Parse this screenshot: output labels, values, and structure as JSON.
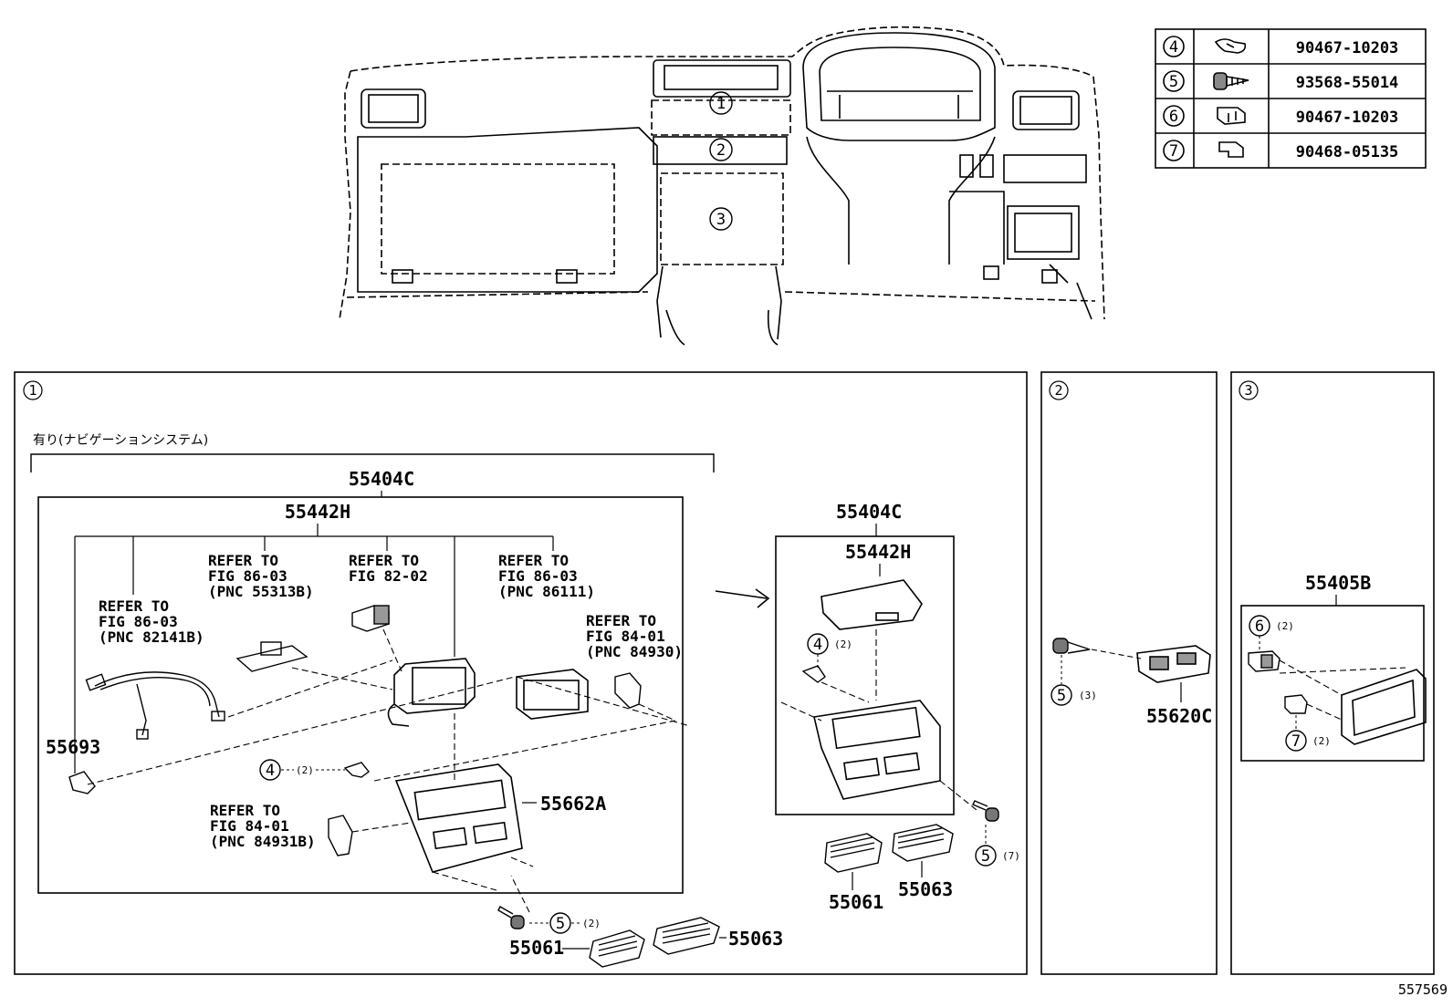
{
  "fastener_table": [
    {
      "ref": "4",
      "icon": "clip-icon",
      "part": "90467-10203"
    },
    {
      "ref": "5",
      "icon": "screw-icon",
      "part": "93568-55014"
    },
    {
      "ref": "6",
      "icon": "clip-icon",
      "part": "90467-10203"
    },
    {
      "ref": "7",
      "icon": "clip-icon",
      "part": "90468-05135"
    }
  ],
  "overview": {
    "callouts": [
      "1",
      "2",
      "3"
    ]
  },
  "section1": {
    "marker": "1",
    "option_note": "有り(ナビゲーションシステム)",
    "assy_label": "55404C",
    "sub_label": "55442H",
    "refs": [
      {
        "lines": [
          "REFER TO",
          "FIG 86-03",
          "(PNC 55313B)"
        ]
      },
      {
        "lines": [
          "REFER TO",
          "FIG 82-02"
        ]
      },
      {
        "lines": [
          "REFER TO",
          "FIG 86-03",
          "(PNC 86111)"
        ]
      },
      {
        "lines": [
          "REFER TO",
          "FIG 86-03",
          "(PNC 82141B)"
        ]
      },
      {
        "lines": [
          "REFER TO",
          "FIG 84-01",
          "(PNC 84930)"
        ]
      },
      {
        "lines": [
          "REFER TO",
          "FIG 84-01",
          "(PNC 84931B)"
        ]
      }
    ],
    "parts": {
      "p55693": "55693",
      "p55662A": "55662A",
      "p55061": "55061",
      "p55063": "55063"
    },
    "callouts": {
      "c4": "4",
      "c4_qty": "(2)",
      "c5": "5",
      "c5_qty": "(2)"
    },
    "alt": {
      "assy_label": "55404C",
      "sub_label": "55442H",
      "c4": "4",
      "c4_qty": "(2)",
      "c5": "5",
      "c5_qty": "(7)",
      "p55061": "55061",
      "p55063": "55063"
    }
  },
  "section2": {
    "marker": "2",
    "c5": "5",
    "c5_qty": "(3)",
    "part": "55620C"
  },
  "section3": {
    "marker": "3",
    "assy_label": "55405B",
    "c6": "6",
    "c6_qty": "(2)",
    "c7": "7",
    "c7_qty": "(2)"
  },
  "figure_code": "557569"
}
